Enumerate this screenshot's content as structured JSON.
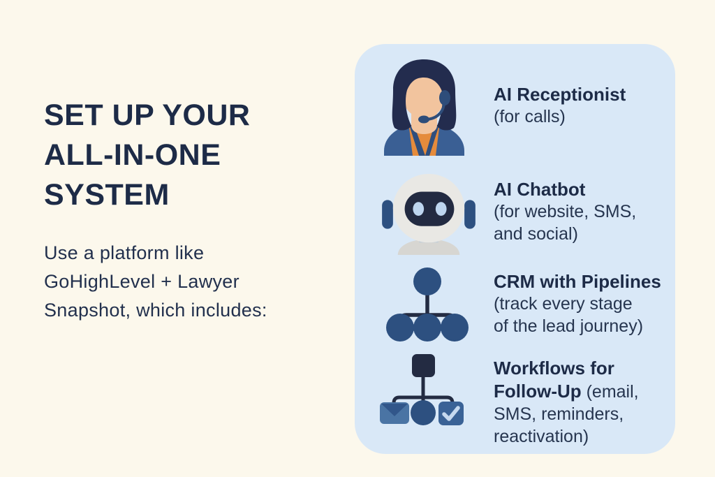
{
  "colors": {
    "background": "#fcf8ec",
    "card": "#d9e8f7",
    "heading_text": "#1d2b47",
    "body_text": "#22304d",
    "icon_navy": "#2d5080",
    "icon_dark_navy": "#232b42",
    "icon_mid_blue": "#3a6296",
    "icon_light_blue_accent": "#bdd5ef",
    "icon_orange": "#e58b3c",
    "icon_skin": "#f2c49e",
    "icon_gray": "#e9e8e4"
  },
  "left_panel": {
    "heading": "SET UP YOUR\nALL-IN-ONE\nSYSTEM",
    "body": "Use a platform like\nGoHighLevel + Lawyer\nSnapshot, which includes:"
  },
  "card": {
    "items": [
      {
        "icon": "receptionist-headset-woman-icon",
        "title": "AI Receptionist",
        "subtitle": "(for calls)"
      },
      {
        "icon": "chatbot-robot-icon",
        "title": "AI Chatbot",
        "subtitle": "(for website, SMS,\nand social)"
      },
      {
        "icon": "crm-pipeline-org-chart-icon",
        "title": "CRM with Pipelines",
        "subtitle": "(track every stage\nof the lead journey)"
      },
      {
        "icon": "workflow-follow-up-icon",
        "title": "Workflows for\nFollow-Up",
        "subtitle": " (email,\nSMS, reminders,\nreactivation)"
      }
    ]
  }
}
